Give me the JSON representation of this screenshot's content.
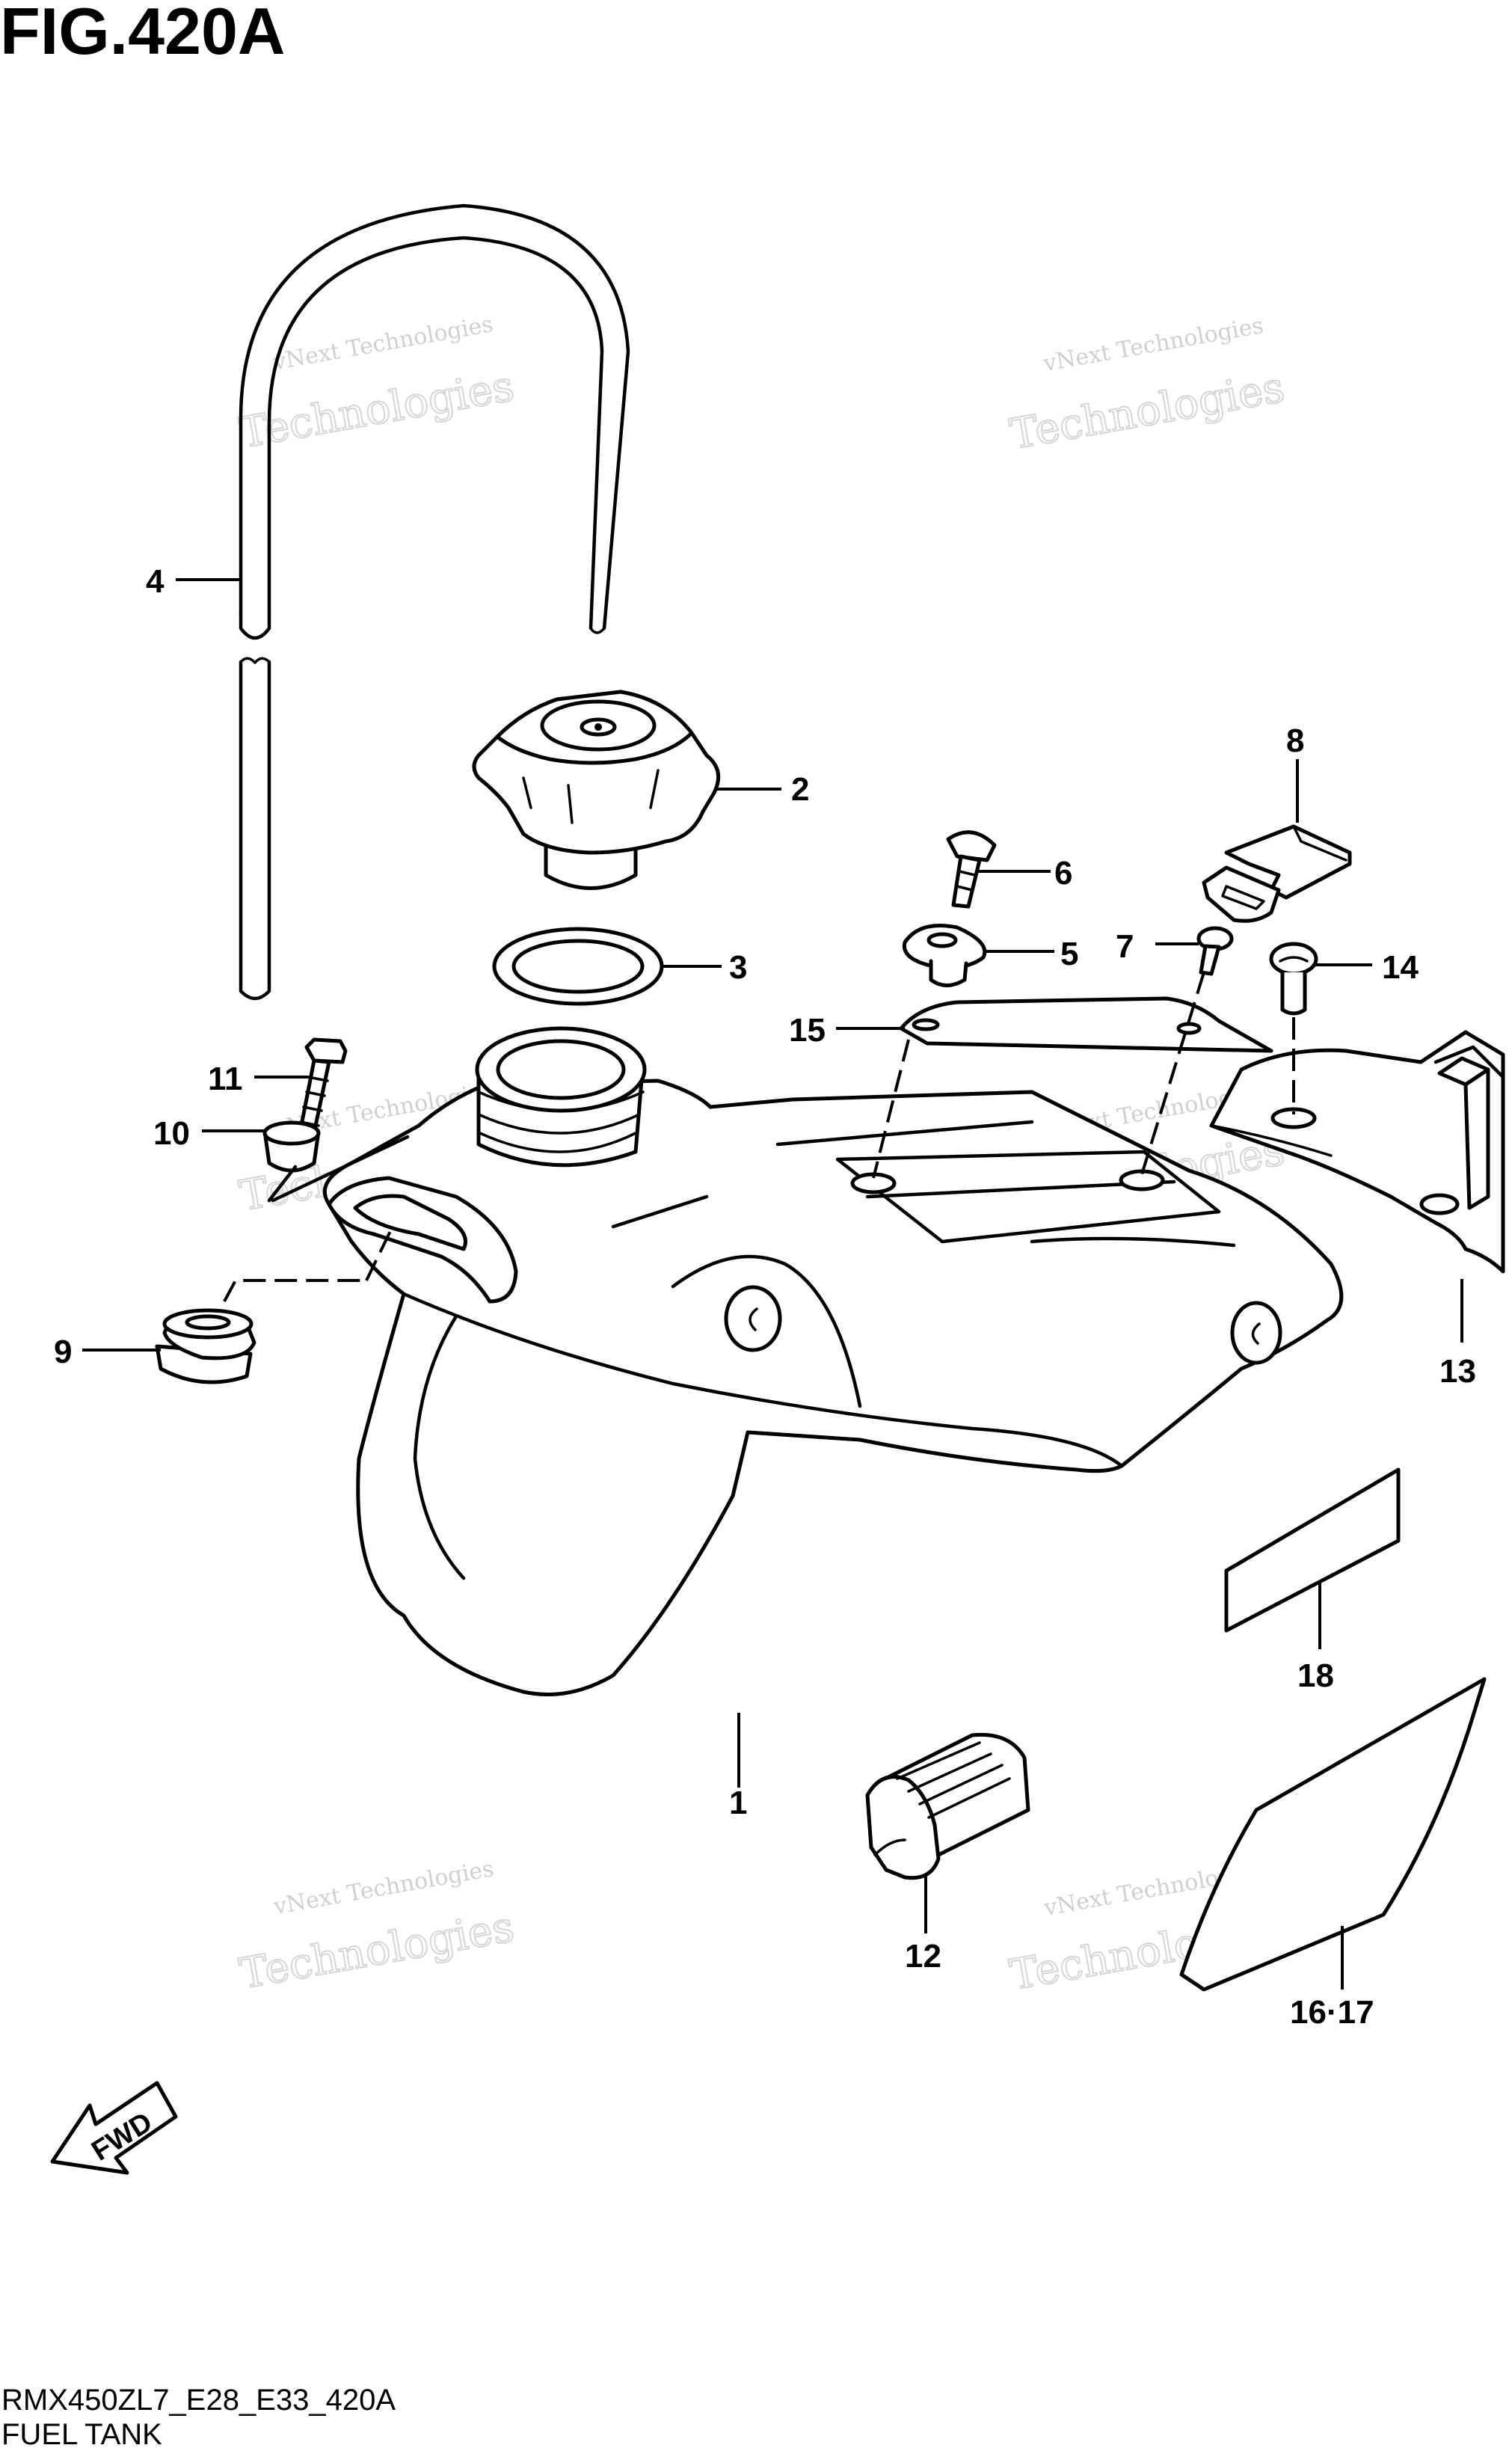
{
  "figure": {
    "title": "FIG.420A",
    "model_code": "RMX450ZL7_E28_E33_420A",
    "section_name": "FUEL TANK"
  },
  "callouts": {
    "c1": "1",
    "c2": "2",
    "c3": "3",
    "c4": "4",
    "c5": "5",
    "c6": "6",
    "c7": "7",
    "c8": "8",
    "c9": "9",
    "c10": "10",
    "c11": "11",
    "c12": "12",
    "c13": "13",
    "c14": "14",
    "c15": "15",
    "c16_17": "16·17",
    "c18": "18"
  },
  "fwd_indicator": {
    "label": "FWD"
  },
  "watermark": {
    "line1": "vNext Technologies",
    "line2": "Technologies",
    "overlay": "vNext"
  }
}
